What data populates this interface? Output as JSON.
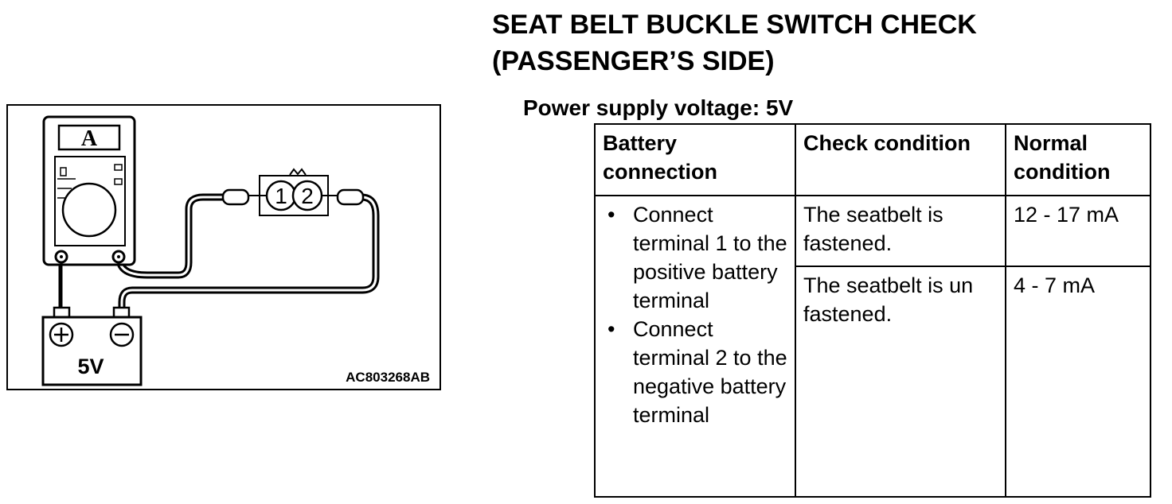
{
  "heading": {
    "line1": "SEAT BELT BUCKLE SWITCH CHECK",
    "line2": "(PASSENGER’S SIDE)"
  },
  "supply_label": "Power supply voltage: 5V",
  "figure": {
    "meter_label": "A",
    "terminal_1": "1",
    "terminal_2": "2",
    "battery_label": "5V",
    "figure_code": "AC803268AB"
  },
  "table": {
    "headers": [
      "Battery connection",
      "Check condition",
      "Normal condition"
    ],
    "connection_steps": [
      "Connect terminal 1 to the positive battery terminal",
      "Connect terminal 2 to the negative battery terminal"
    ],
    "rows": [
      {
        "condition": "The seatbelt is fastened.",
        "normal": "12 - 17 mA"
      },
      {
        "condition": "The seatbelt is un fastened.",
        "normal": "4 - 7 mA"
      }
    ]
  }
}
